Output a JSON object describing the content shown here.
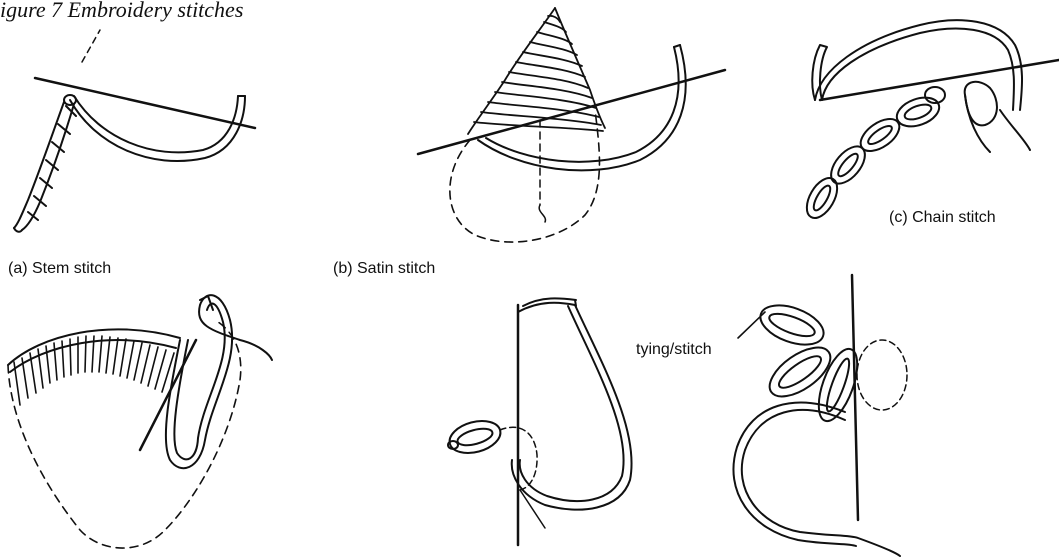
{
  "figure": {
    "title": "igure 7 Embroidery stitches",
    "captions": {
      "stem": "(a) Stem stitch",
      "satin": "(b) Satin stitch",
      "chain": "(c) Chain stitch",
      "tying": "tying/stitch"
    }
  },
  "colors": {
    "ink": "#111111",
    "paper": "#ffffff"
  }
}
